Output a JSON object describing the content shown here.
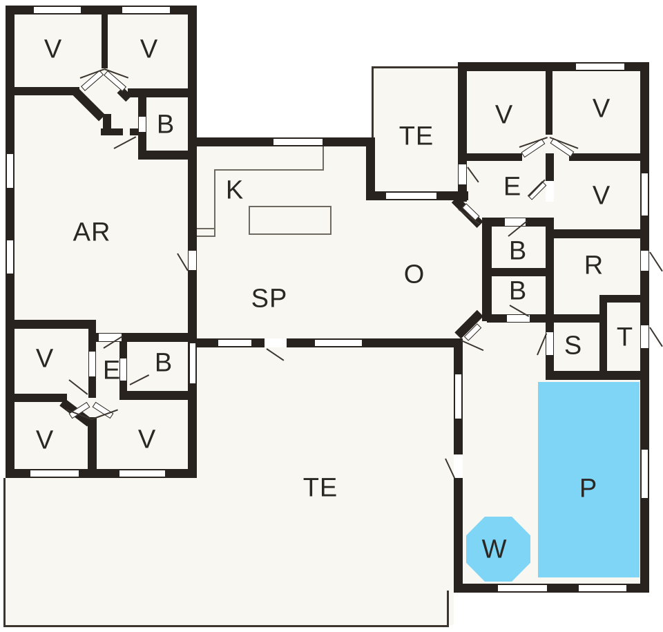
{
  "plan": {
    "type": "floor-plan",
    "colors": {
      "wall": "#29231f",
      "floor": "#f8f7f1",
      "pool": "#7ed5f6",
      "background": "#ffffff",
      "label": "#2b2824"
    },
    "rooms": {
      "v1": {
        "label": "V"
      },
      "v2": {
        "label": "V"
      },
      "b1": {
        "label": "B"
      },
      "ar": {
        "label": "AR"
      },
      "k": {
        "label": "K"
      },
      "te_top": {
        "label": "TE"
      },
      "sp": {
        "label": "SP"
      },
      "o": {
        "label": "O"
      },
      "v3": {
        "label": "V"
      },
      "v4": {
        "label": "V"
      },
      "e_right": {
        "label": "E"
      },
      "v5": {
        "label": "V"
      },
      "b2": {
        "label": "B"
      },
      "b3": {
        "label": "B"
      },
      "r": {
        "label": "R"
      },
      "s": {
        "label": "S"
      },
      "t": {
        "label": "T"
      },
      "p": {
        "label": "P"
      },
      "w": {
        "label": "W"
      },
      "v6": {
        "label": "V"
      },
      "e_left": {
        "label": "E"
      },
      "b4": {
        "label": "B"
      },
      "v7": {
        "label": "V"
      },
      "v8": {
        "label": "V"
      },
      "te_bottom": {
        "label": "TE"
      }
    }
  }
}
